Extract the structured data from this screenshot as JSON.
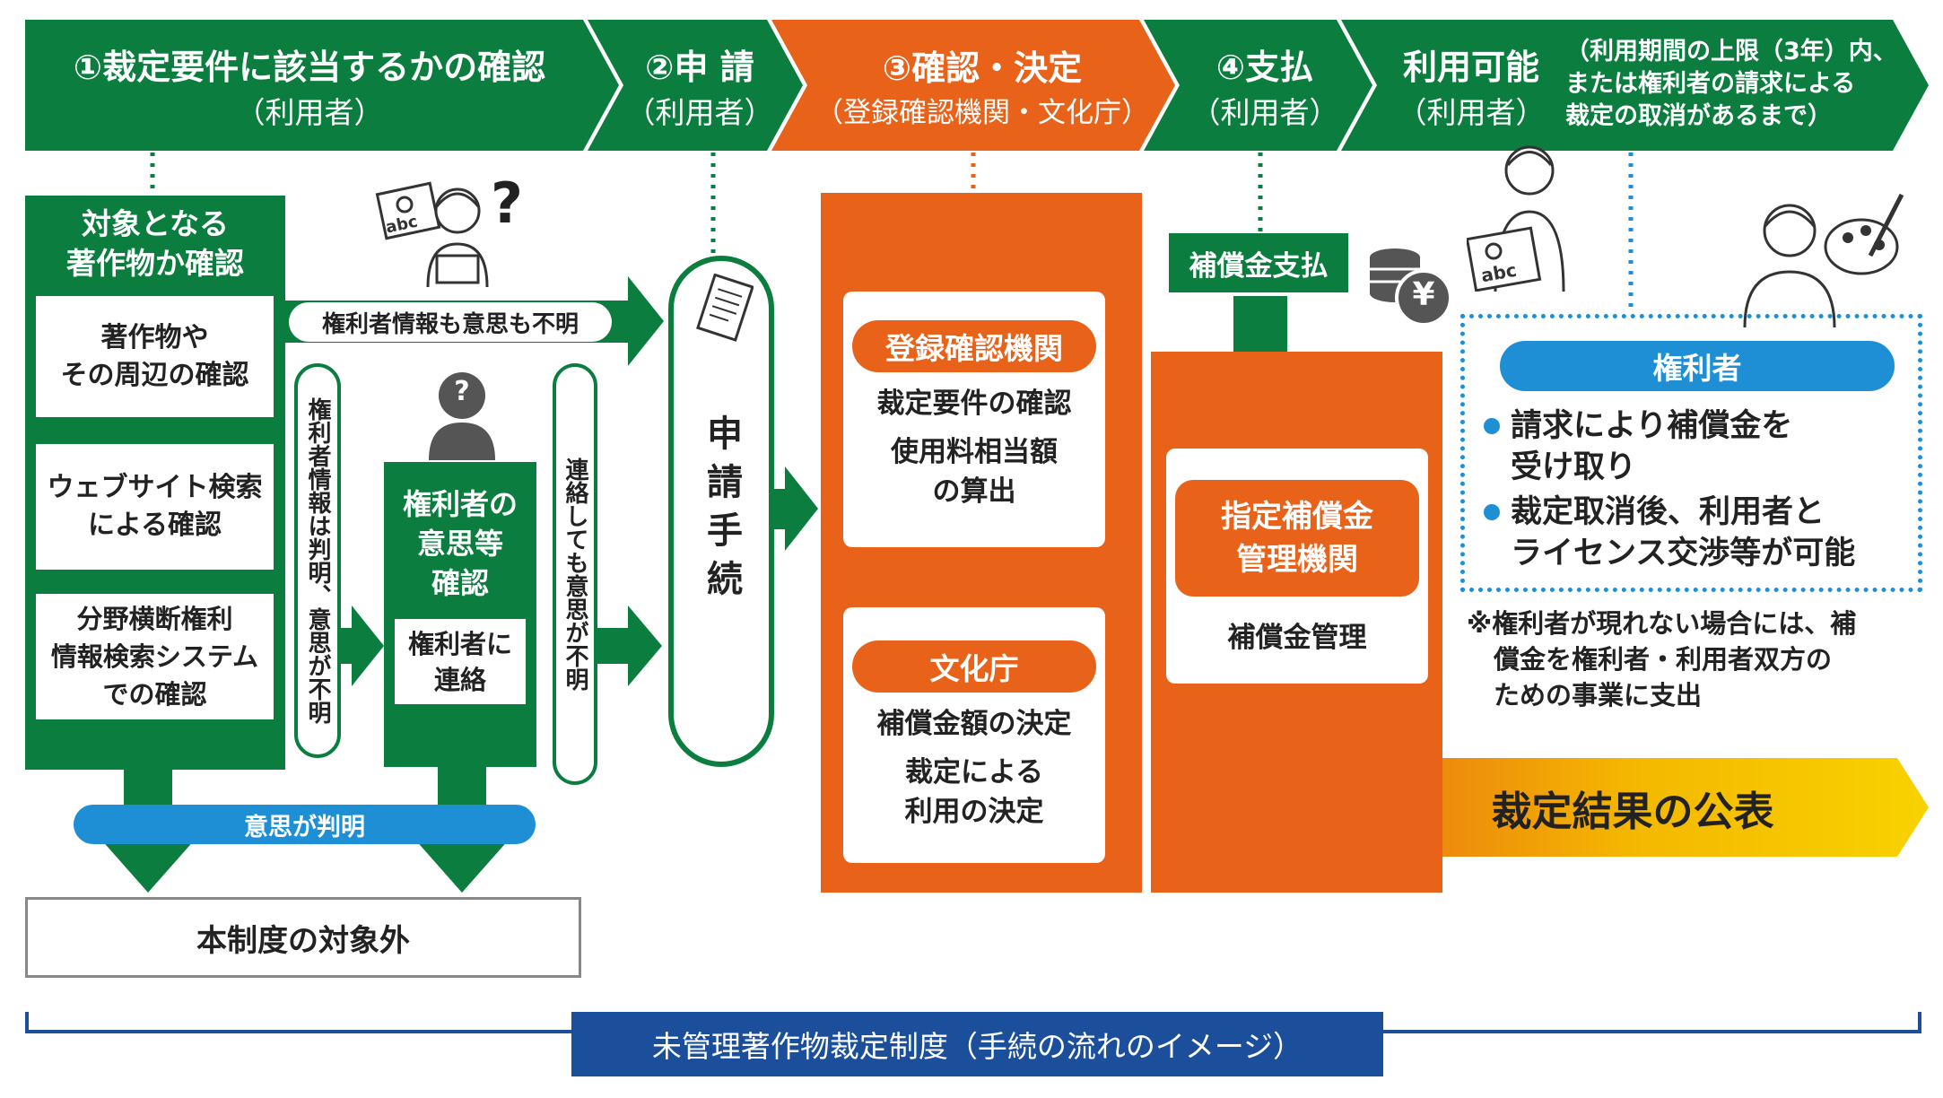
{
  "colors": {
    "green": "#0b7d3e",
    "orange": "#e8621a",
    "blue": "#1e8fd4",
    "navy": "#1b4f9b",
    "yellow": "#f5c400"
  },
  "steps": {
    "step1": {
      "title": "①裁定要件に該当するかの確認",
      "sub": "（利用者）"
    },
    "step2": {
      "title": "②申 請",
      "sub": "（利用者）"
    },
    "step3": {
      "title": "③確認・決定",
      "sub": "（登録確認機関・文化庁）"
    },
    "step4": {
      "title": "④支払",
      "sub": "（利用者）"
    },
    "step5": {
      "title": "利用可能",
      "sub": "（利用者）",
      "note": [
        "（利用期間の上限（3年）内、",
        "または権利者の請求による",
        "裁定の取消があるまで）"
      ]
    }
  },
  "left": {
    "header": [
      "対象となる",
      "著作物か確認"
    ],
    "box1": [
      "著作物や",
      "その周辺の確認"
    ],
    "box2": [
      "ウェブサイト検索",
      "による確認"
    ],
    "box3": [
      "分野横断権利",
      "情報検索システム",
      "での確認"
    ]
  },
  "arrow_top_label": "権利者情報も意思も不明",
  "vlabel1": "権利者情報は判明、意思が不明",
  "vlabel2": "連絡しても意思が不明",
  "intent": {
    "title": [
      "権利者の",
      "意思等",
      "確認"
    ],
    "inner": [
      "権利者に",
      "連絡"
    ]
  },
  "intent_known": "意思が判明",
  "out_of_scope": "本制度の対象外",
  "application": "申請手続",
  "step3box": {
    "reg_badge": "登録確認機関",
    "reg_items": [
      "裁定要件の確認",
      "使用料相当額",
      "の算出"
    ],
    "agency_badge": "文化庁",
    "agency_items": [
      "補償金額の決定",
      "裁定による",
      "利用の決定"
    ]
  },
  "payment": {
    "label": "補償金支払",
    "yen": "¥",
    "mgmt_title": [
      "指定補償金",
      "管理機関"
    ],
    "mgmt_item": "補償金管理"
  },
  "rights_holder": {
    "badge": "権利者",
    "item1": [
      "請求により補償金を",
      "受け取り"
    ],
    "item2": [
      "裁定取消後、利用者と",
      "ライセンス交渉等が可能"
    ]
  },
  "note": [
    "※権利者が現れない場合には、補",
    "償金を権利者・利用者双方の",
    "ための事業に支出"
  ],
  "publication": "裁定結果の公表",
  "footer": "未管理著作物裁定制度（手続の流れのイメージ）",
  "icons": {
    "question": "?",
    "abc": "abc"
  }
}
